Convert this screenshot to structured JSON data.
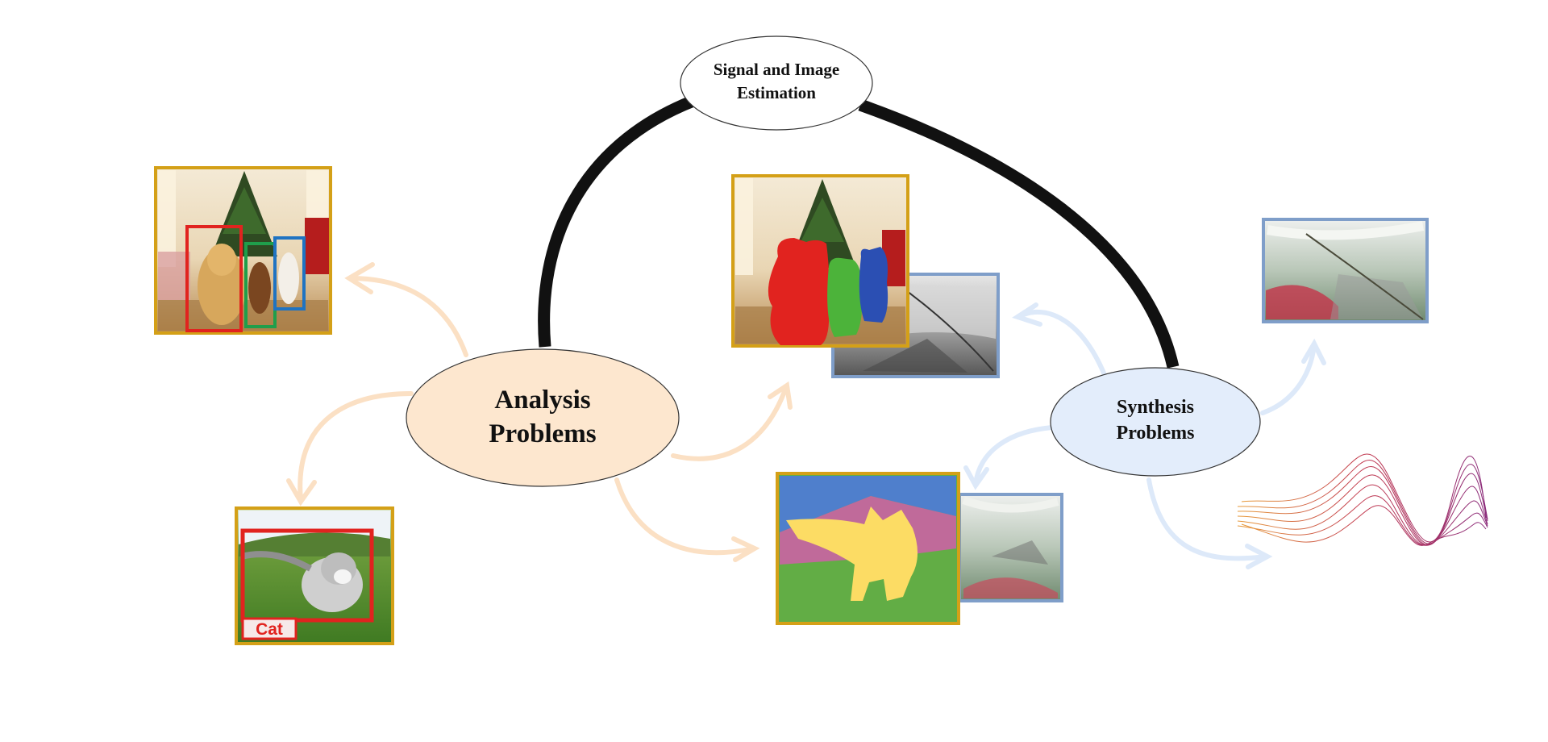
{
  "nodes": {
    "top": {
      "line1": "Signal and Image",
      "line2": "Estimation"
    },
    "analysis": {
      "line1": "Analysis",
      "line2": "Problems"
    },
    "synthesis": {
      "line1": "Synthesis",
      "line2": "Problems"
    }
  },
  "detection_tag": "Cat",
  "colors": {
    "analysis_fill": "#fde7cf",
    "synthesis_fill": "#e3edfb",
    "analysis_arrow": "#fbe0c4",
    "synthesis_arrow": "#dde9f9",
    "frame_gold": "#d4a017",
    "frame_blue": "#7f9ec9",
    "connector": "#111111",
    "box_red": "#e1231f",
    "box_green": "#1f9e4b",
    "box_blue": "#1f73c2"
  }
}
